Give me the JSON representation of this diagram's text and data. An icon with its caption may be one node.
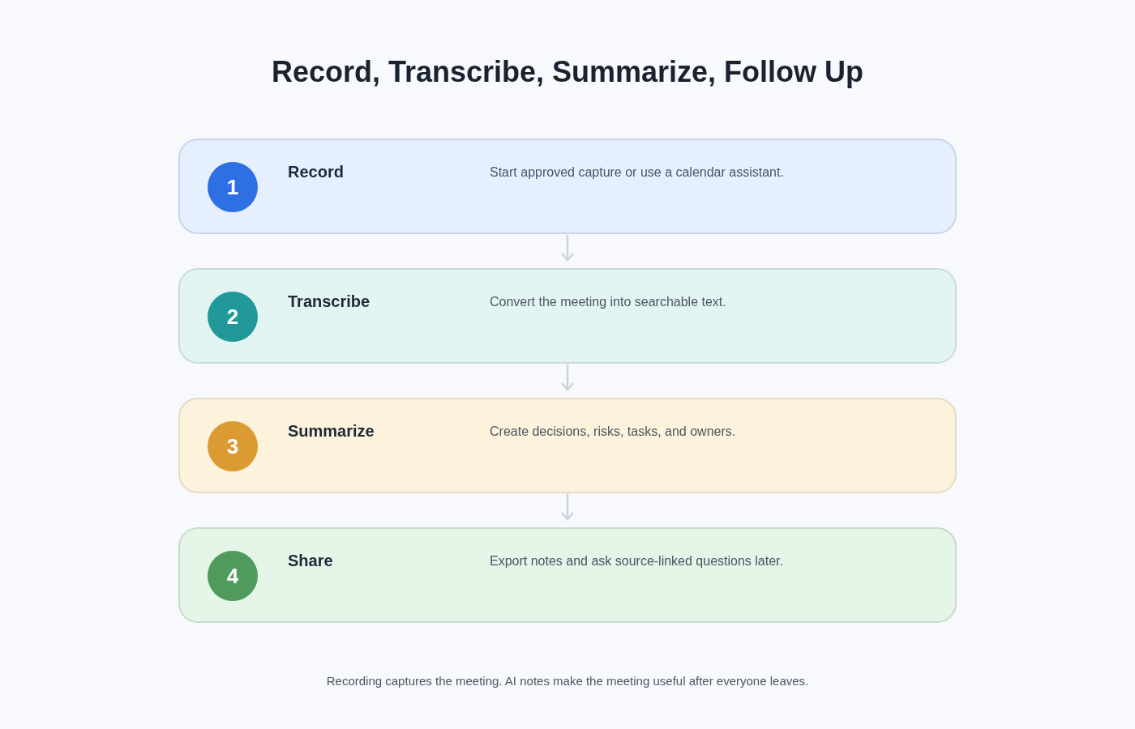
{
  "diagram": {
    "title": "Record, Transcribe, Summarize, Follow Up",
    "nodes": [
      {
        "text": [
          "Record",
          "Start approved capture or use a calendar assistant."
        ]
      },
      {
        "text": [
          "1"
        ],
        "in": 0
      },
      {
        "text": [
          "Transcribe",
          "Convert the meeting into searchable text."
        ]
      },
      {
        "text": [
          "2"
        ],
        "in": 2
      },
      {
        "text": [
          "Summarize",
          "Create decisions, risks, tasks, and owners."
        ]
      },
      {
        "text": [
          "3"
        ],
        "in": 4
      },
      {
        "text": [
          "Share",
          "Export notes and ask source-linked questions later."
        ]
      },
      {
        "text": [
          "4"
        ],
        "in": 6
      }
    ],
    "edges": [
      {
        "from": 0,
        "to": 2,
        "arrow": "to"
      },
      {
        "from": 2,
        "to": 4,
        "arrow": "to"
      },
      {
        "from": 4,
        "to": 6,
        "arrow": "to"
      }
    ],
    "caption": "Recording captures the meeting. AI notes make the meeting useful after everyone leaves."
  }
}
